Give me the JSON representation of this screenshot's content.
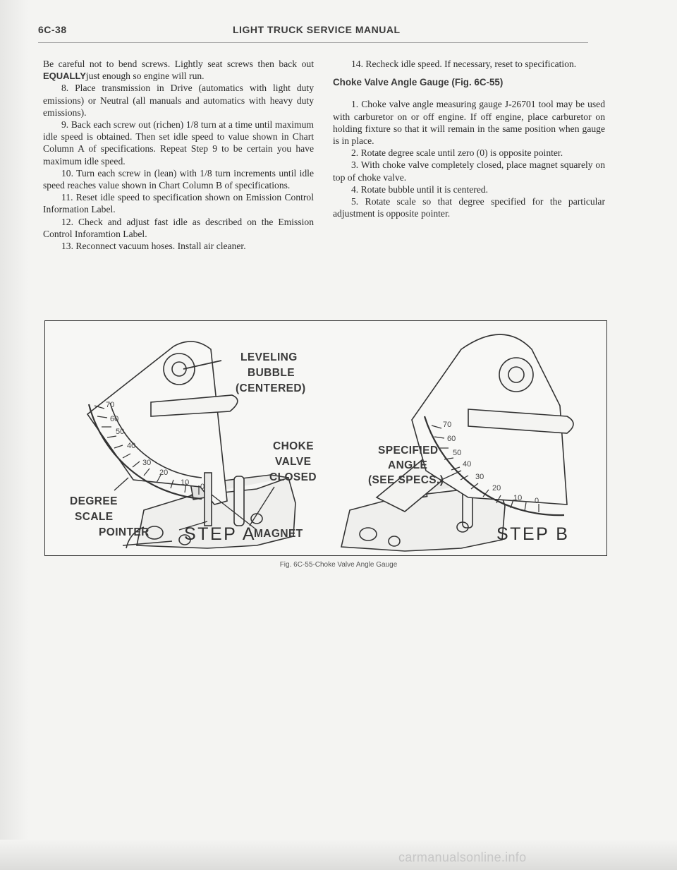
{
  "header": {
    "page_number": "6C-38",
    "title": "LIGHT TRUCK SERVICE MANUAL"
  },
  "left_column": {
    "p1_before": "Be careful not to bend screws. Lightly seat screws then back out ",
    "p1_keyword": "EQUALLY",
    "p1_after": "just enough so engine will run.",
    "p2": "8. Place transmission in Drive (automatics with light duty emissions) or Neutral (all manuals and automatics with heavy duty emissions).",
    "p3": "9. Back each screw out (richen) 1/8 turn at a time until maximum idle speed is obtained. Then set idle speed to value shown in Chart Column A of specifications. Repeat Step 9 to be certain you have maximum idle speed.",
    "p4": "10. Turn each screw in (lean) with 1/8 turn increments until idle speed reaches value shown in Chart Column B of specifications.",
    "p5": "11. Reset idle speed to specification shown on Emission Control Information Label.",
    "p6": "12. Check and adjust fast idle as described on the Emission Control Inforamtion Label.",
    "p7": "13. Reconnect vacuum hoses. Install air cleaner."
  },
  "right_column": {
    "p1": "14. Recheck idle speed. If necessary, reset to specification.",
    "section_title": "Choke Valve Angle Gauge (Fig. 6C-55)",
    "p2": "1. Choke valve angle measuring gauge J-26701 tool may be used with carburetor on or off engine. If off engine, place carburetor on holding fixture so that it will remain in the same position when gauge is in place.",
    "p3": "2. Rotate degree scale until zero (0) is opposite pointer.",
    "p4": "3. With choke valve completely closed, place magnet squarely on top of choke valve.",
    "p5": "4. Rotate bubble until it is centered.",
    "p6": "5. Rotate scale so that degree specified for the particular adjustment is opposite pointer."
  },
  "figure": {
    "labels": {
      "leveling_1": "LEVELING",
      "leveling_2": "BUBBLE",
      "leveling_3": "(CENTERED)",
      "choke_1": "CHOKE",
      "choke_2": "VALVE",
      "choke_3": "CLOSED",
      "degree_1": "DEGREE",
      "degree_2": "SCALE",
      "pointer": "POINTER",
      "specified_1": "SPECIFIED",
      "specified_2": "ANGLE",
      "specified_3": "(SEE SPECS.)",
      "magnet": "MAGNET",
      "step_a": "STEP A",
      "step_b": "STEP B"
    },
    "scale_ticks": [
      "70",
      "60",
      "50",
      "40",
      "30",
      "20",
      "10",
      "0"
    ],
    "caption": "Fig. 6C-55-Choke Valve Angle Gauge"
  },
  "watermark": "carmanualsonline.info"
}
